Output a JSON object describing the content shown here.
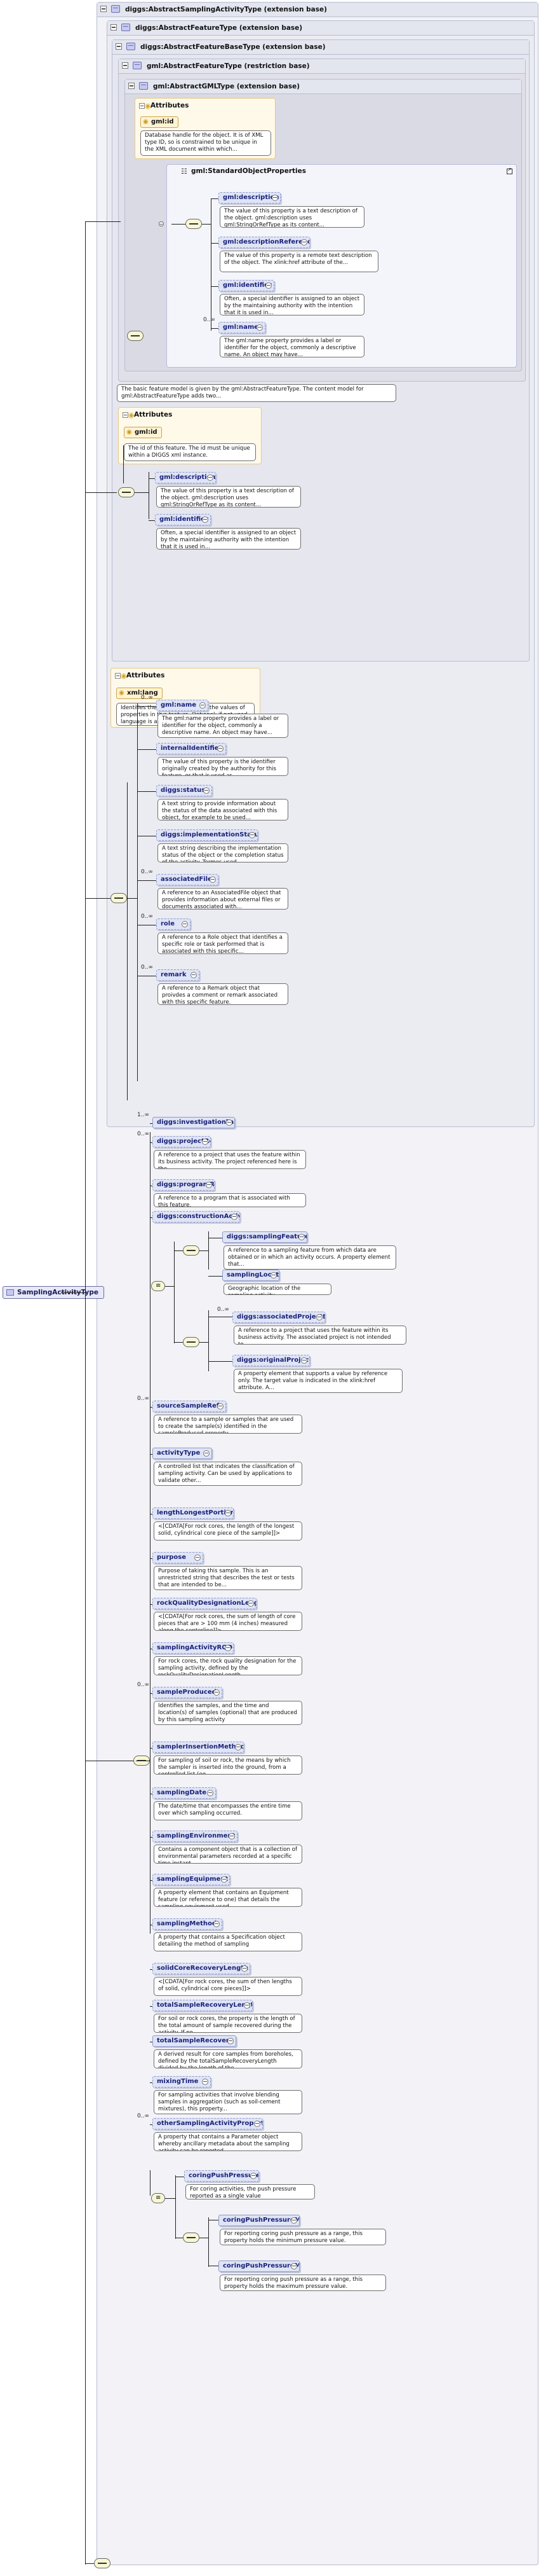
{
  "root": {
    "label": "SamplingActivityType"
  },
  "panels": {
    "p1": "diggs:AbstractSamplingActivityType (extension base)",
    "p2": "diggs:AbstractFeatureType (extension base)",
    "p3": "diggs:AbstractFeatureBaseType (extension base)",
    "p4": "gml:AbstractFeatureType (restriction base)",
    "p5": "gml:AbstractGMLType (extension base)",
    "std": "gml:StandardObjectProperties"
  },
  "attributes": {
    "gml": {
      "header": "Attributes",
      "chip": "gml:id",
      "desc": "Database handle for the object. It is of XML type ID, so is constrained to be unique in the XML document within which..."
    },
    "feature": {
      "header": "Attributes",
      "chip": "gml:id",
      "desc": "The id of this feature. The id must be unique within a DIGGS xml instance."
    },
    "sampling": {
      "header": "Attributes",
      "chip": "xml:lang",
      "desc": "Identifies the language used for the values of properties in this feature. Optional; if not used language is assumed to..."
    }
  },
  "gmlStd": [
    {
      "label": "gml:description",
      "desc": "The value of this property is a text description of the object. gml:description uses gml:StringOrRefType as its content..."
    },
    {
      "label": "gml:descriptionReference",
      "desc": "The value of this property is a remote text description of the object. The xlink:href attribute of the..."
    },
    {
      "label": "gml:identifier",
      "desc": "Often, a special identifier is assigned to an object by the maintaining authority with the intention that it is used in..."
    },
    {
      "label": "gml:name",
      "mult": "0..∞",
      "desc": "The gml:name property provides a label or identifier for the object, commonly a descriptive name. An object may have..."
    }
  ],
  "featureBaseDesc": "The basic feature model is given by the gml:AbstractFeatureType. The content model for gml:AbstractFeatureType adds two...",
  "featureBase": [
    {
      "label": "gml:description",
      "desc": "The value of this property is a text description of the object. gml:description uses gml:StringOrRefType as its content..."
    },
    {
      "label": "gml:identifier",
      "desc": "Often, a special identifier is assigned to an object by the maintaining authority with the intention that it is used in..."
    }
  ],
  "feature": [
    {
      "label": "gml:name",
      "mult": "0..∞",
      "desc": "The gml:name property provides a label or identifier for the object, commonly a descriptive name. An object may have..."
    },
    {
      "label": "internalIdentifier",
      "desc": "The value of this property is the identifier originally created by the authority for this feature, or that is used as..."
    },
    {
      "label": "diggs:status",
      "desc": "A text string to provide information about the status of the data associated with this object, for example to be used..."
    },
    {
      "label": "diggs:implementationStatus",
      "desc": "A text string describing the implementation status of the object or the completion status of the activity. Termes used..."
    },
    {
      "label": "associatedFile",
      "mult": "0..∞",
      "desc": "A reference to an AssociatedFile object that provides information about external files or documents associated with..."
    },
    {
      "label": "role",
      "mult": "0..∞",
      "desc": "A reference to a Role object that identifies a specific role or task performed that is associated with this specific..."
    },
    {
      "label": "remark",
      "mult": "0..∞",
      "desc": "A reference to a Remark object that proivdes a comment or remark associated with this specific feature."
    }
  ],
  "abstractSampling": [
    {
      "label": "diggs:investigationTarget",
      "mult": "1..∞"
    },
    {
      "label": "diggs:projectRef",
      "mult": "0..∞",
      "desc": "A reference to a project that uses the feature within its business activity. The project referenced here is the..."
    },
    {
      "label": "diggs:programRef",
      "desc": "A reference to a program that is associated with this feature."
    },
    {
      "label": "diggs:constructionActivityRef"
    },
    {
      "label": "diggs:samplingFeatureRef",
      "desc": "A reference to a sampling feature from which data are obtained or in which an activity occurs. A property element that..."
    },
    {
      "label": "samplingLocation",
      "desc": "Geographic location of the sampling activity."
    },
    {
      "label": "diggs:associatedProjectRef",
      "mult": "0..∞",
      "desc": "A reference to a project that uses the feature within its business activity. The associated project is not intended to..."
    },
    {
      "label": "diggs:originalProjectRef",
      "desc": "A property element that supports a value by reference only. The target value is indicated in the xlink:href attribute. A..."
    }
  ],
  "sampling": [
    {
      "label": "sourceSampleRef",
      "mult": "0..∞",
      "desc": "A reference to a sample or samples that are used to create the sample(s) identified in the sampleProduced property..."
    },
    {
      "label": "activityType",
      "desc": "A controlled list that indicates the classification of sampling activity. Can be used by applications to validate other..."
    },
    {
      "label": "lengthLongestPortion",
      "desc": "<[CDATA[For rock cores, the length of the longest solid, cylindrical core piece of the sample]]>"
    },
    {
      "label": "purpose",
      "desc": "Purpose of taking this sample. This is an unrestricted string that describes the test or tests that are intended to be..."
    },
    {
      "label": "rockQualityDesignationLength",
      "desc": "<[CDATA[For rock cores, the sum of length of core pieces that are > 100 mm (4 inches) measured along the centerline]]>"
    },
    {
      "label": "samplingActivityRQD",
      "desc": "For rock cores, the rock quality designation for the sampling activity, defined by the rockQualityDesignationLength..."
    },
    {
      "label": "sampleProduced",
      "mult": "0..∞",
      "desc": "Identifies the samples, and the time and location(s) of samples (optional) that are produced by this sampling activity"
    },
    {
      "label": "samplerInsertionMethod",
      "desc": "For sampling of soil or rock, the means by which the sampler is inserted into the ground, from a controlled list (eg..."
    },
    {
      "label": "samplingDate",
      "desc": "The date/time that encompasses the entire time over which sampling occurred."
    },
    {
      "label": "samplingEnvironment",
      "desc": "Contains a component object that is a collection of environmental parameters recorded at a specific time instant..."
    },
    {
      "label": "samplingEquipment",
      "desc": "A property element that contains an Equipment feature (or reference to one) that details the sampling equipment used"
    },
    {
      "label": "samplingMethod",
      "desc": "A property that contains a Specification object detailing the method of sampling"
    },
    {
      "label": "solidCoreRecoveryLength",
      "desc": "<[CDATA[For rock cores, the sum of then lengths of solid, cylindrical core pieces]]>"
    },
    {
      "label": "totalSampleRecoveryLength",
      "desc": "For soil or rock cores, the property is the length of the total amount of sample recovered during the activity. If no..."
    },
    {
      "label": "totalSampleRecovery",
      "desc": "A derived result for core samples from boreholes, defined by the totalSampleRecoveryLength divided by the length of the..."
    },
    {
      "label": "mixingTime",
      "desc": "For sampling activities that involve blending samples in aggregation (such as soil-cement mixtures), this property..."
    },
    {
      "label": "otherSamplingActivityProperty",
      "mult": "0..∞",
      "desc": "A property that contains a Parameter object whereby ancillary metadata about the sampling activity can be reported"
    }
  ],
  "pushPressure": [
    {
      "label": "coringPushPressure",
      "desc": "For coring activities, the push pressure reported as a single value"
    },
    {
      "label": "coringPushPressureMin",
      "desc": "For reporting coring push pressure as a range, this property holds the minimum pressure value."
    },
    {
      "label": "coringPushPressureMax",
      "desc": "For reporting coring push pressure as a range, this property holds the maximum pressure value."
    }
  ]
}
